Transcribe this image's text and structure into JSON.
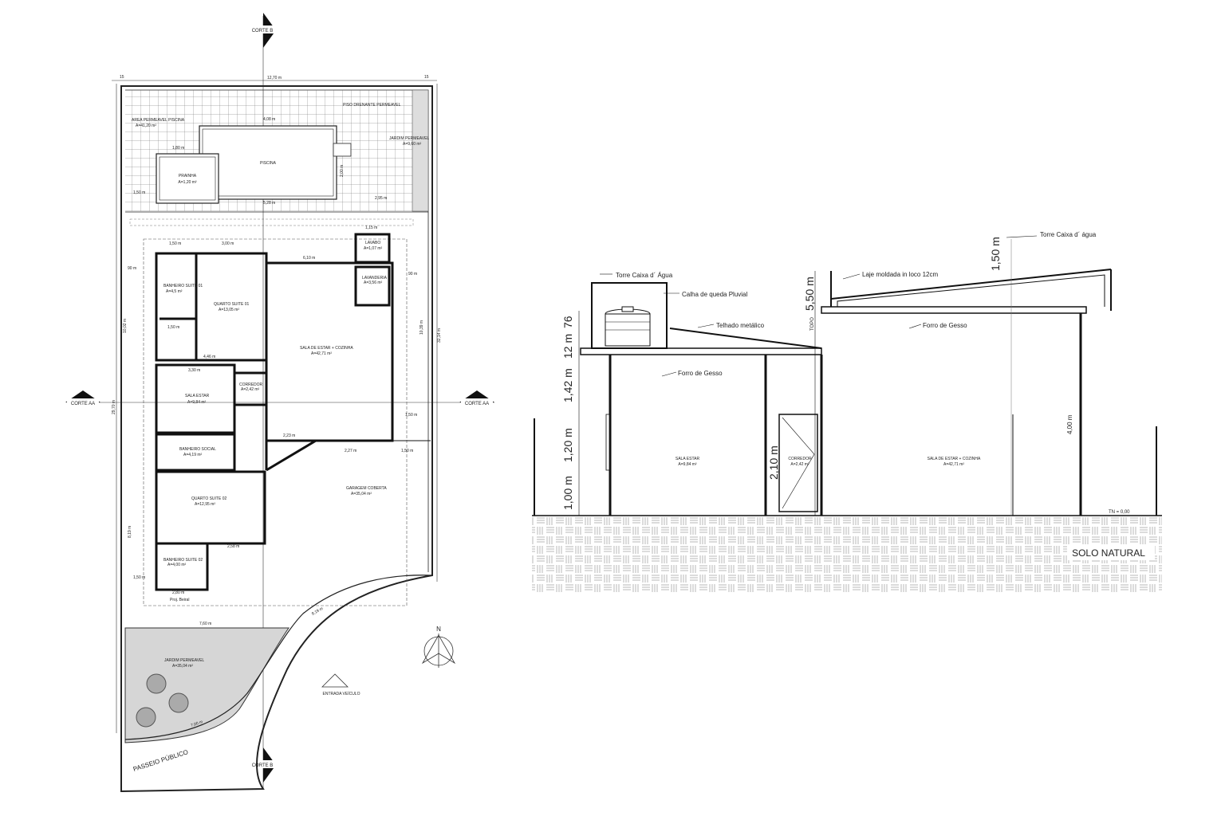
{
  "plan": {
    "corte_b_top": "CORTE B",
    "corte_b_bottom": "CORTE B",
    "corte_a_left": "CORTE AA",
    "corte_a_right": "CORTE AA",
    "dim_top_total": "12,70 m",
    "dim_left_total": "29,70 m",
    "dim_right_total": "32,14 m",
    "dim_15": "15",
    "area_permeavel_piscina": "AREA PERMEAVEL PISCINA",
    "area_permeavel_piscina_val": "A=41,20 m²",
    "piso_drenante": "PISO DRENANTE PERMEAVEL",
    "jardim_permeavel_top": "JARDIM PERMEAVEL",
    "jardim_permeavel_top_val": "A=9,60 m²",
    "piscina": "PISCINA",
    "prainha": "PRAINHA",
    "prainha_val": "A=1,20 m²",
    "pool_w": "4,08 m",
    "pool_w2": "5,28 m",
    "pool_h": "2,00 m",
    "dim_150": "1,50 m",
    "dim_180": "1,80 m",
    "dim_295": "2,95 m",
    "dim_090": "90 m",
    "dim_300": "3,00 m",
    "dim_115": "1,15 m",
    "dim_610": "6,10 m",
    "lavabo": "LAVABO",
    "lavabo_val": "A=1,07 m²",
    "lavanderia": "LAVANDERIA",
    "lavanderia_val": "A=3,56 m²",
    "banheiro_suite_01": "BANHEIRO SUITE 01",
    "banheiro_suite_01_val": "A=4,5 m²",
    "quarto_suite_01": "QUARTO SUITE 01",
    "quarto_suite_01_val": "A=13,05 m²",
    "sala_estar_cozinha": "SALA DE ESTAR + COZINHA",
    "sala_estar_cozinha_val": "A=42,71 m²",
    "sala_estar": "SALA ESTAR",
    "sala_estar_val": "A=9,84 m²",
    "corredor": "CORREDOR",
    "corredor_val": "A=2,42 m²",
    "banheiro_social": "BANHEIRO SOCIAL",
    "banheiro_social_val": "A=4,19 m²",
    "quarto_suite_02": "QUARTO SUITE 02",
    "quarto_suite_02_val": "A=12,95 m²",
    "banheiro_suite_02": "BANHEIRO SUITE 02",
    "banheiro_suite_02_val": "A=4,00 m²",
    "garagem_coberta": "GARAGEM COBERTA",
    "garagem_coberta_val": "A=35,04 m²",
    "dim_446": "4,46 m",
    "dim_330": "3,30 m",
    "dim_227": "2,27 m",
    "dim_223": "2,23 m",
    "dim_258": "2,58 m",
    "dim_280": "2,80 m",
    "dim_760": "7,60 m",
    "dim_819": "8,19 m",
    "dim_700": "7,00 m",
    "dim_1002": "10,02 m",
    "dim_1039": "10,39 m",
    "proj_beiral": "Proj. Beiral",
    "jardim_permeavel_front": "JARDIM PERMEAVEL",
    "jardim_permeavel_front_val": "A=35,04 m²",
    "entrada_veiculo": "ENTRADA VEÍCULO",
    "passeio_publico": "PASSEIO PÚBLICO",
    "north": "N",
    "level_000": "0,00"
  },
  "section": {
    "torre_caixa_agua_left": "Torre Caixa d´ Água",
    "torre_caixa_agua_right": "Torre Caixa d´ água",
    "calha": "Calha de queda Pluvial",
    "telhado": "Telhado metálico",
    "forro_gesso_1": "Forro de Gesso",
    "forro_gesso_2": "Forro de Gesso",
    "laje": "Laje moldada in loco 12cm",
    "topo": "TOPO",
    "topo_val": "5,50 m",
    "dim_150": "1,50 m",
    "dim_076": "76",
    "dim_012": "12 m",
    "dim_142": "1,42 m",
    "dim_120": "1,20 m",
    "dim_100": "1,00 m",
    "dim_210": "2,10 m",
    "dim_400": "4,00 m",
    "sala_estar": "SALA ESTAR",
    "sala_estar_val": "A=9,84 m²",
    "corredor": "CORREDOR",
    "corredor_val": "A=2,42 m²",
    "sala_estar_cozinha": "SALA DE ESTAR + COZINHA",
    "sala_estar_cozinha_val": "A=42,71 m²",
    "tn": "TN = 0,00",
    "solo_natural": "SOLO NATURAL"
  }
}
